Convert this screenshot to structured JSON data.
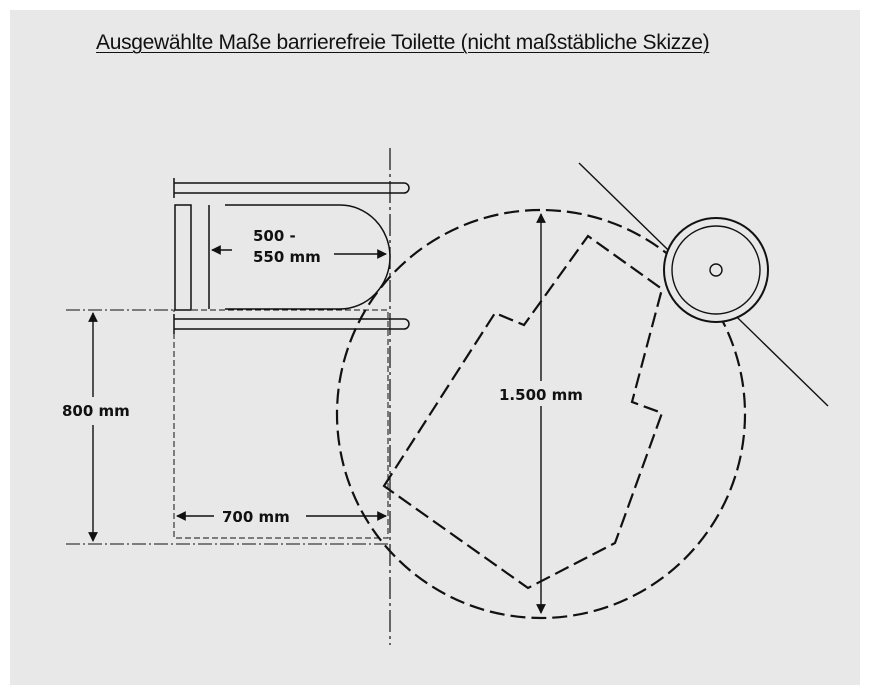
{
  "title": "Ausgewählte Maße barrierefreie Toilette (nicht maßstäbliche Skizze)",
  "labels": {
    "seat_depth_line1": "500 -",
    "seat_depth_line2": "550 mm",
    "turning_diameter": "1.500 mm",
    "transfer_depth": "800 mm",
    "transfer_width": "700 mm"
  },
  "colors": {
    "background": "#e8e8e8",
    "lines": "#111111"
  }
}
